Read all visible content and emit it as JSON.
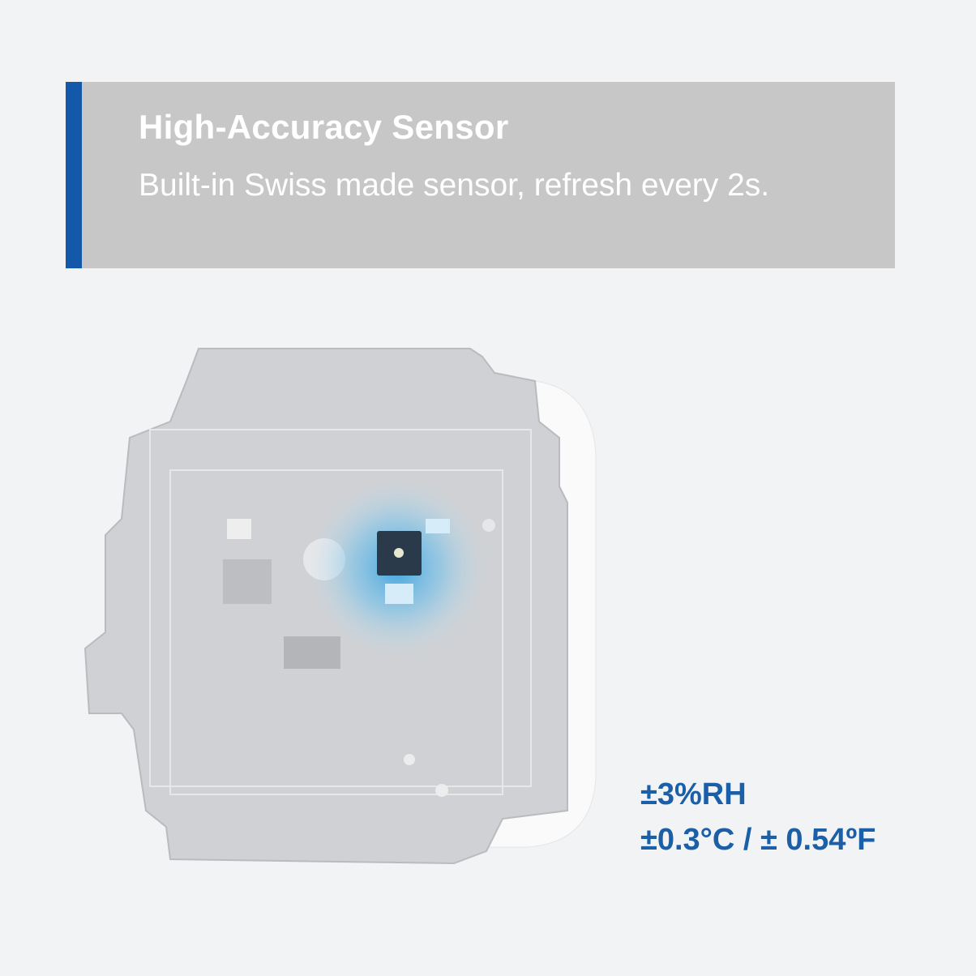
{
  "banner": {
    "title": "High-Accuracy Sensor",
    "subtitle": "Built-in Swiss made sensor, refresh every 2s.",
    "accent_color": "#1458aa"
  },
  "product_image": {
    "icon": "sensor-circuit-board-illustration",
    "highlight_color": "#3aa6e0"
  },
  "specs": {
    "humidity_accuracy": "±3%RH",
    "temperature_accuracy": "±0.3°C / ± 0.54ºF",
    "color": "#1a5fa8"
  }
}
